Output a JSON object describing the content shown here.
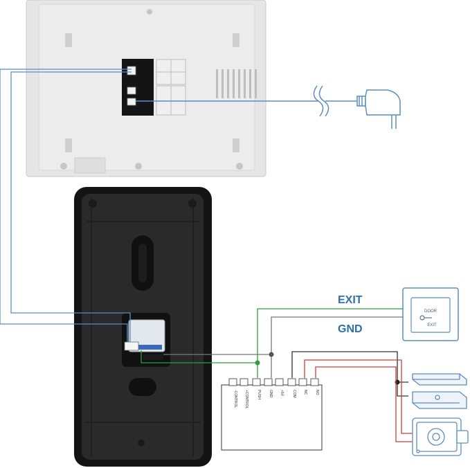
{
  "labels": {
    "exit": "EXIT",
    "gnd": "GND"
  },
  "exit_button": {
    "top_text": "DOOR",
    "bottom_text": "EXIT"
  },
  "terminal_block": {
    "terminals": [
      "-CONTROL",
      "+CONTROL",
      "PUSH",
      "GND",
      "+5V",
      "COM",
      "NC",
      "NO"
    ]
  },
  "colors": {
    "wire_blue": "#5b8cc6",
    "wire_green": "#2e9e3e",
    "wire_red": "#d23a3a",
    "wire_dark": "#333333",
    "wire_gray": "#777777",
    "label_blue": "#2f6fa7"
  }
}
